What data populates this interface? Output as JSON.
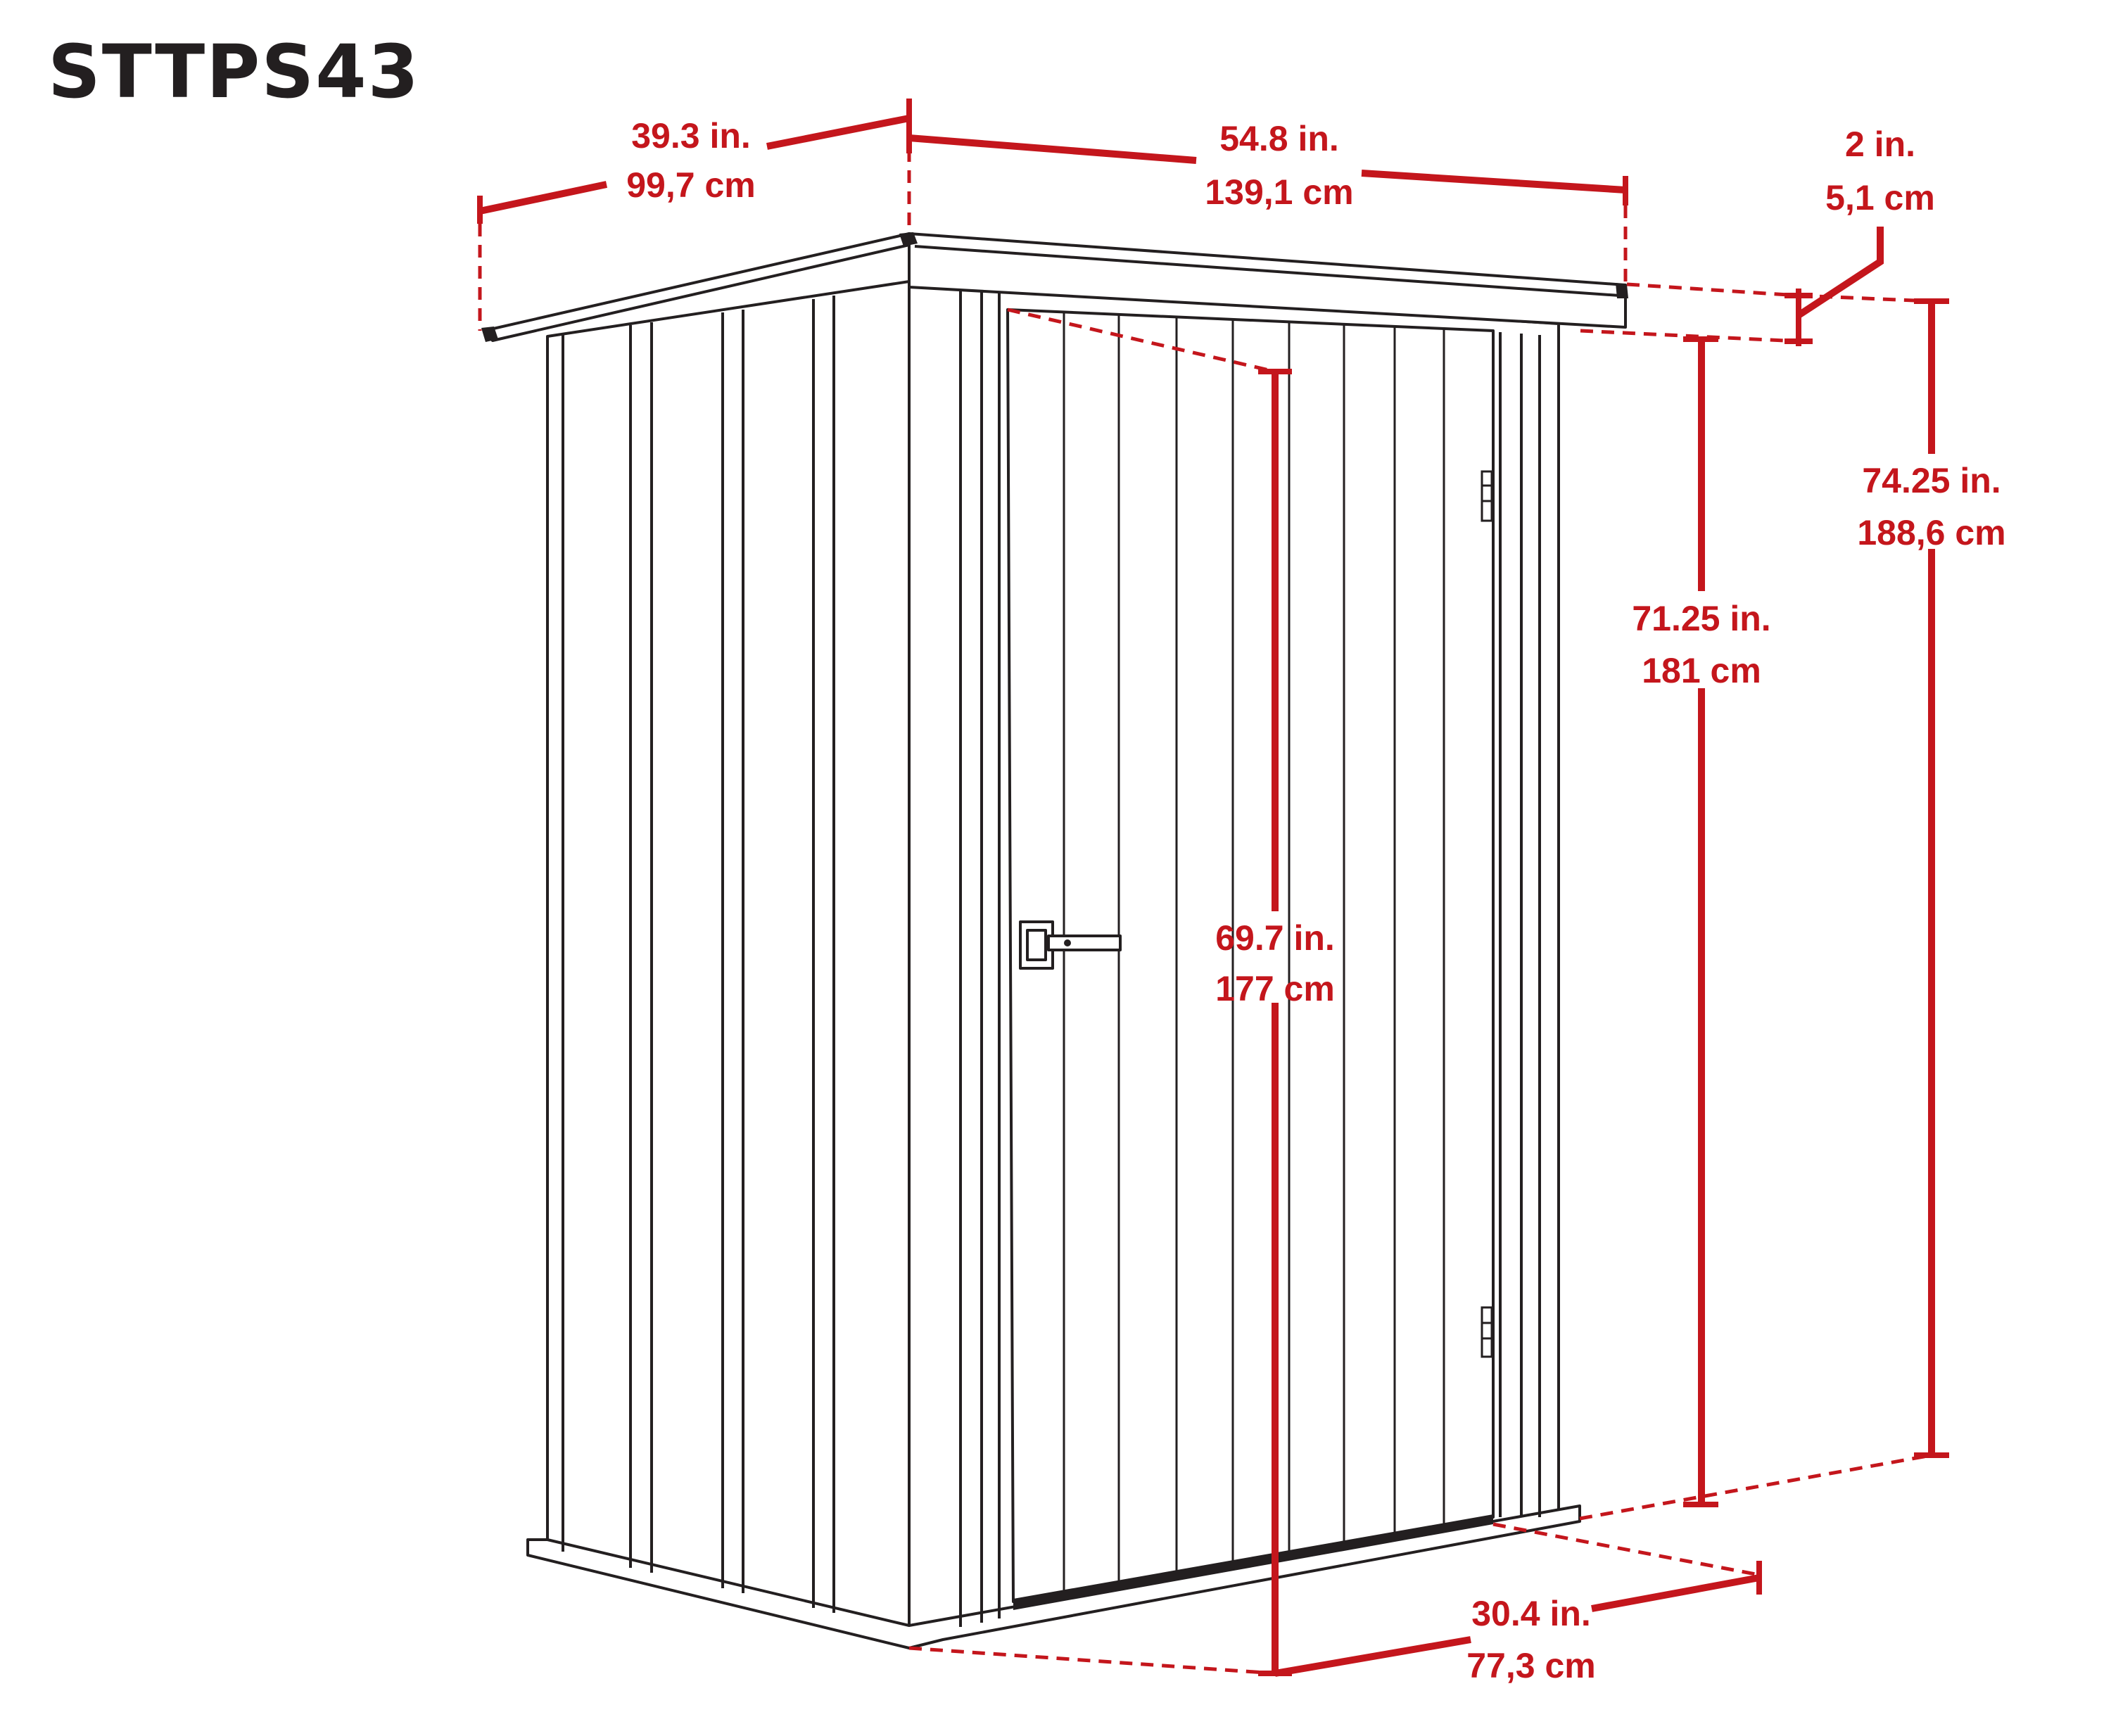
{
  "title": "STTPS43",
  "colors": {
    "dimension": "#c4161c",
    "outline": "#231f20"
  },
  "dimensions": {
    "depth_top": {
      "imperial": "39.3 in.",
      "metric": "99,7 cm"
    },
    "width_top": {
      "imperial": "54.8 in.",
      "metric": "139,1 cm"
    },
    "overhang": {
      "imperial": "2 in.",
      "metric": "5,1 cm"
    },
    "total_height": {
      "imperial": "74.25 in.",
      "metric": "188,6 cm"
    },
    "wall_height": {
      "imperial": "71.25 in.",
      "metric": "181 cm"
    },
    "door_height": {
      "imperial": "69.7 in.",
      "metric": "177 cm"
    },
    "depth_bottom": {
      "imperial": "30.4 in.",
      "metric": "77,3 cm"
    }
  }
}
